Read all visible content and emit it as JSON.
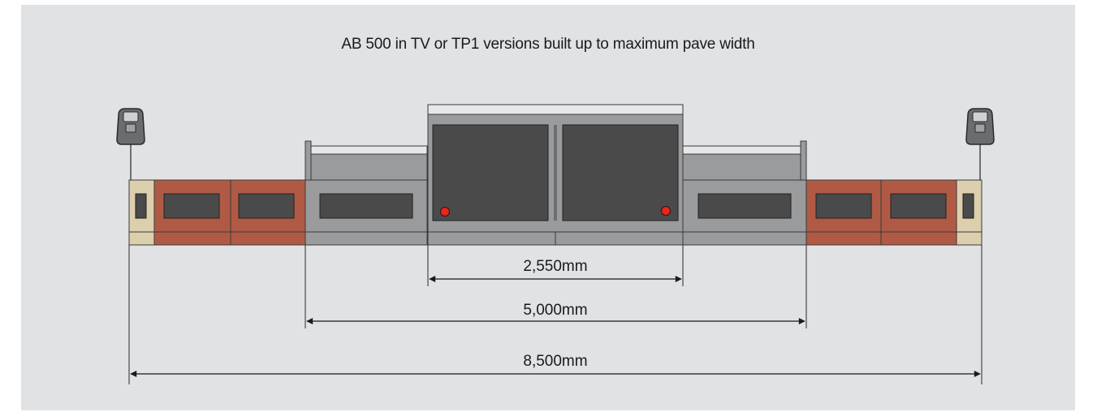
{
  "title": "AB 500 in TV or TP1 versions built up to maximum pave width",
  "dimensions": [
    {
      "label": "2,550mm"
    },
    {
      "label": "5,000mm"
    },
    {
      "label": "8,500mm"
    }
  ],
  "colors": {
    "background": "#e1e2e4",
    "brick": "#b05a45",
    "mid_gray": "#9a9b9d",
    "dark_gray": "#4a4a4a",
    "beige": "#dccfae",
    "red_dot": "#e8261c"
  },
  "icons": [
    "bollard-icon-left",
    "bollard-icon-right"
  ]
}
